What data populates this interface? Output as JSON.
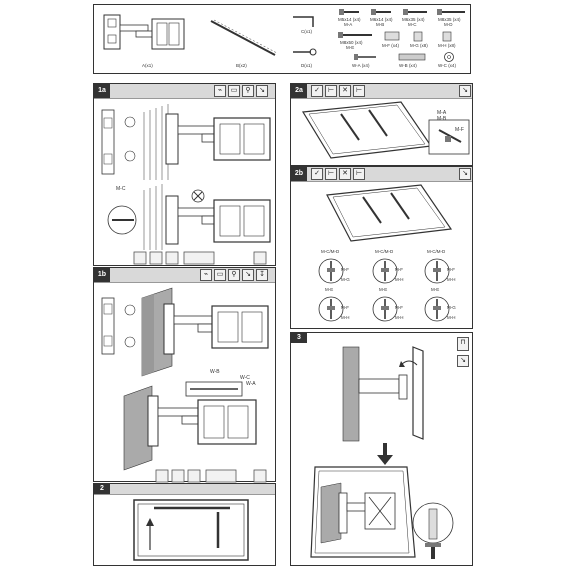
{
  "parts": {
    "items": [
      {
        "qty": "A(x1)"
      },
      {
        "qty": "B(x2)"
      },
      {
        "qty": "C(x1)"
      },
      {
        "qty": "D(x1)"
      }
    ],
    "hardware": [
      {
        "size": "M5x14 (x4)",
        "code": "M-A"
      },
      {
        "size": "M6x14 (x4)",
        "code": "M-B"
      },
      {
        "size": "M6x35 (x4)",
        "code": "M-C"
      },
      {
        "size": "M8x35 (x4)",
        "code": "M-D"
      },
      {
        "size": "M8x50 (x4)",
        "code": "M-E"
      },
      {
        "size": "(x4)",
        "code": "M-F"
      },
      {
        "size": "(x8)",
        "code": "M-G"
      },
      {
        "size": "(x8)",
        "code": "M-H"
      },
      {
        "size": "(x4)",
        "code": "W-A"
      },
      {
        "size": "(x4)",
        "code": "W-B"
      },
      {
        "size": "(x4)",
        "code": "W-C"
      }
    ]
  },
  "steps": {
    "s1a": {
      "tag": "1a",
      "labels": [
        "M-C"
      ]
    },
    "s1b": {
      "tag": "1b",
      "labels": [
        "W-B",
        "W-C",
        "W-A"
      ]
    },
    "s2": {
      "tag": "2"
    },
    "s2a": {
      "tag": "2a",
      "labels": [
        "M-A",
        "M-B",
        "M-F"
      ]
    },
    "s2b": {
      "tag": "2b",
      "cols": [
        "M-C/M-D",
        "M-C/M-D",
        "M-C/M-D"
      ],
      "row1": [
        "M-F",
        "M-F",
        "M-F"
      ],
      "row1b": [
        "M-G",
        "M-H",
        "M-H"
      ],
      "mid": [
        "M-E",
        "M-E",
        "M-E"
      ],
      "row2": [
        "M-F",
        "M-F",
        "M-G"
      ],
      "row2b": [
        "M-H",
        "M-H",
        "M-H"
      ]
    },
    "s3": {
      "tag": "3"
    }
  },
  "colors": {
    "header": "#d9d9d9",
    "wall": "#aaaaaa",
    "line": "#333333"
  }
}
